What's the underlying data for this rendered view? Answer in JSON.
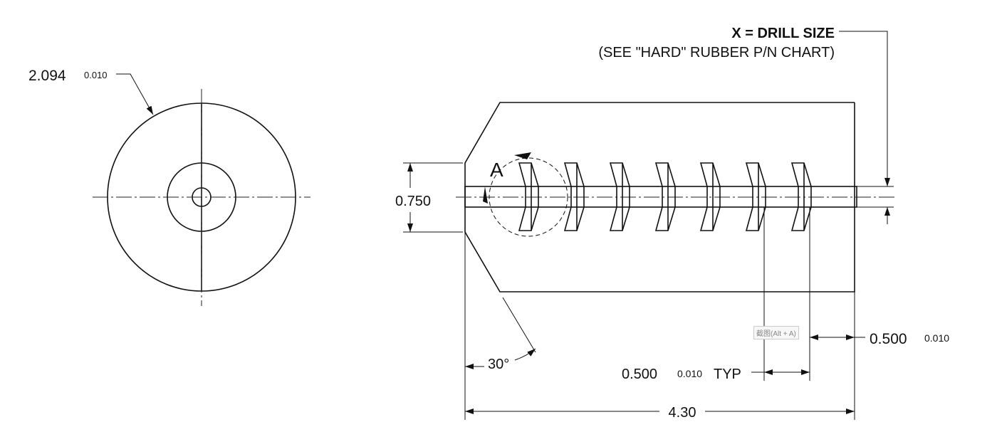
{
  "front_view": {
    "diameter": "2.094",
    "diameter_tol": "0.010"
  },
  "side_view": {
    "drill_note": "X = DRILL SIZE",
    "drill_subnote": "(SEE \"HARD\" RUBBER P/N CHART)",
    "detail_label": "A",
    "bore_dim": "0.750",
    "angle": "30°",
    "end_dim": "0.500",
    "end_tol": "0.010",
    "pitch_dim": "0.500",
    "pitch_tol": "0.010",
    "pitch_suffix": "TYP",
    "length": "4.30"
  },
  "tooltip": "截图(Alt + A)"
}
